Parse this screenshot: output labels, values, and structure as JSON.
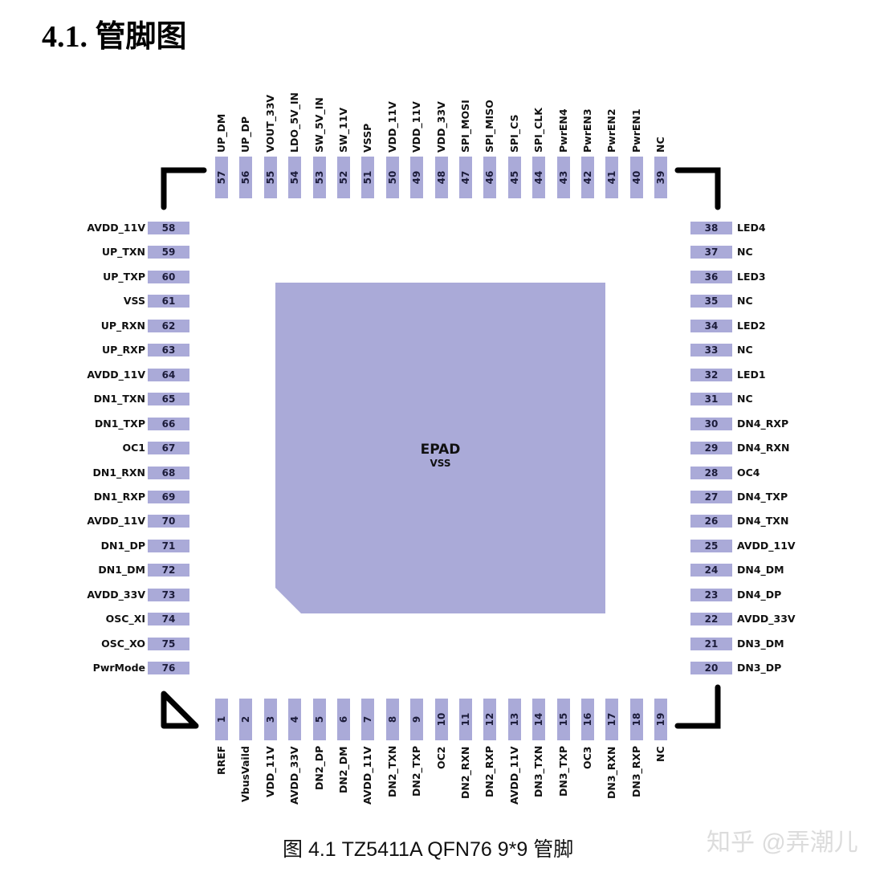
{
  "heading": "4.1. 管脚图",
  "caption": "图  4.1 TZ5411A QFN76 9*9 管脚",
  "watermark": "知乎 @弄潮儿",
  "colors": {
    "pad": "#aaaad8",
    "text": "#111111",
    "outline": "#000000"
  },
  "epad": {
    "name": "EPAD",
    "net": "VSS"
  },
  "pins": {
    "top": [
      {
        "num": "57",
        "name": "UP_DM"
      },
      {
        "num": "56",
        "name": "UP_DP"
      },
      {
        "num": "55",
        "name": "VOUT_33V"
      },
      {
        "num": "54",
        "name": "LDO_5V_IN"
      },
      {
        "num": "53",
        "name": "SW_5V_IN"
      },
      {
        "num": "52",
        "name": "SW_11V"
      },
      {
        "num": "51",
        "name": "VSSP"
      },
      {
        "num": "50",
        "name": "VDD_11V"
      },
      {
        "num": "49",
        "name": "VDD_11V"
      },
      {
        "num": "48",
        "name": "VDD_33V"
      },
      {
        "num": "47",
        "name": "SPI_MOSI"
      },
      {
        "num": "46",
        "name": "SPI_MISO"
      },
      {
        "num": "45",
        "name": "SPI_CS"
      },
      {
        "num": "44",
        "name": "SPI_CLK"
      },
      {
        "num": "43",
        "name": "PwrEN4"
      },
      {
        "num": "42",
        "name": "PwrEN3"
      },
      {
        "num": "41",
        "name": "PwrEN2"
      },
      {
        "num": "40",
        "name": "PwrEN1"
      },
      {
        "num": "39",
        "name": "NC"
      }
    ],
    "left": [
      {
        "num": "58",
        "name": "AVDD_11V"
      },
      {
        "num": "59",
        "name": "UP_TXN"
      },
      {
        "num": "60",
        "name": "UP_TXP"
      },
      {
        "num": "61",
        "name": "VSS"
      },
      {
        "num": "62",
        "name": "UP_RXN"
      },
      {
        "num": "63",
        "name": "UP_RXP"
      },
      {
        "num": "64",
        "name": "AVDD_11V"
      },
      {
        "num": "65",
        "name": "DN1_TXN"
      },
      {
        "num": "66",
        "name": "DN1_TXP"
      },
      {
        "num": "67",
        "name": "OC1"
      },
      {
        "num": "68",
        "name": "DN1_RXN"
      },
      {
        "num": "69",
        "name": "DN1_RXP"
      },
      {
        "num": "70",
        "name": "AVDD_11V"
      },
      {
        "num": "71",
        "name": "DN1_DP"
      },
      {
        "num": "72",
        "name": "DN1_DM"
      },
      {
        "num": "73",
        "name": "AVDD_33V"
      },
      {
        "num": "74",
        "name": "OSC_XI"
      },
      {
        "num": "75",
        "name": "OSC_XO"
      },
      {
        "num": "76",
        "name": "PwrMode"
      }
    ],
    "right": [
      {
        "num": "38",
        "name": "LED4"
      },
      {
        "num": "37",
        "name": "NC"
      },
      {
        "num": "36",
        "name": "LED3"
      },
      {
        "num": "35",
        "name": "NC"
      },
      {
        "num": "34",
        "name": "LED2"
      },
      {
        "num": "33",
        "name": "NC"
      },
      {
        "num": "32",
        "name": "LED1"
      },
      {
        "num": "31",
        "name": "NC"
      },
      {
        "num": "30",
        "name": "DN4_RXP"
      },
      {
        "num": "29",
        "name": "DN4_RXN"
      },
      {
        "num": "28",
        "name": "OC4"
      },
      {
        "num": "27",
        "name": "DN4_TXP"
      },
      {
        "num": "26",
        "name": "DN4_TXN"
      },
      {
        "num": "25",
        "name": "AVDD_11V"
      },
      {
        "num": "24",
        "name": "DN4_DM"
      },
      {
        "num": "23",
        "name": "DN4_DP"
      },
      {
        "num": "22",
        "name": "AVDD_33V"
      },
      {
        "num": "21",
        "name": "DN3_DM"
      },
      {
        "num": "20",
        "name": "DN3_DP"
      }
    ],
    "bottom": [
      {
        "num": "1",
        "name": "RREF"
      },
      {
        "num": "2",
        "name": "VbusVaild"
      },
      {
        "num": "3",
        "name": "VDD_11V"
      },
      {
        "num": "4",
        "name": "AVDD_33V"
      },
      {
        "num": "5",
        "name": "DN2_DP"
      },
      {
        "num": "6",
        "name": "DN2_DM"
      },
      {
        "num": "7",
        "name": "AVDD_11V"
      },
      {
        "num": "8",
        "name": "DN2_TXN"
      },
      {
        "num": "9",
        "name": "DN2_TXP"
      },
      {
        "num": "10",
        "name": "OC2"
      },
      {
        "num": "11",
        "name": "DN2_RXN"
      },
      {
        "num": "12",
        "name": "DN2_RXP"
      },
      {
        "num": "13",
        "name": "AVDD_11V"
      },
      {
        "num": "14",
        "name": "DN3_TXN"
      },
      {
        "num": "15",
        "name": "DN3_TXP"
      },
      {
        "num": "16",
        "name": "OC3"
      },
      {
        "num": "17",
        "name": "DN3_RXN"
      },
      {
        "num": "18",
        "name": "DN3_RXP"
      },
      {
        "num": "19",
        "name": "NC"
      }
    ]
  }
}
